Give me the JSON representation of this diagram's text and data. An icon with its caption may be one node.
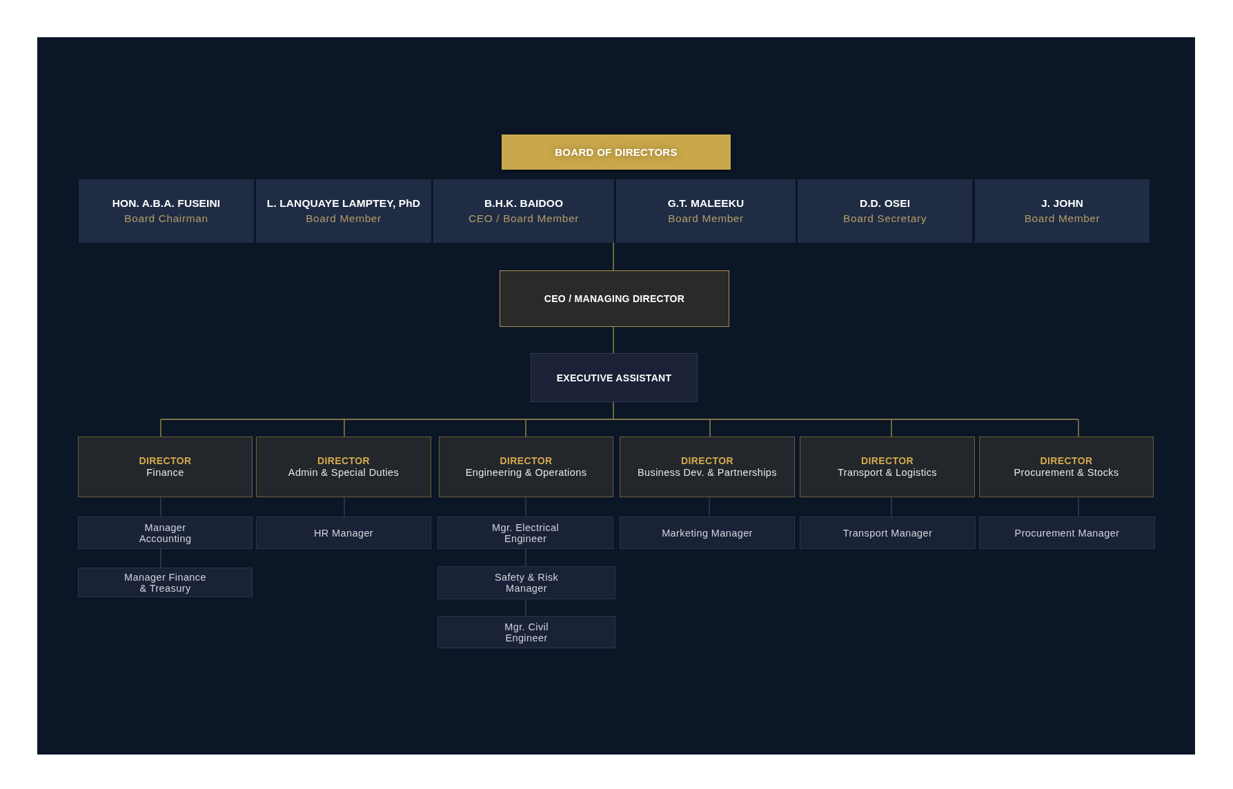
{
  "diagram": {
    "nodes": [
      {
        "text": [
          "BOARD OF DIRECTORS"
        ]
      },
      {
        "text": [
          "HON. A.B.A. FUSEINI",
          "Board Chairman"
        ]
      },
      {
        "text": [
          "L. LANQUAYE LAMPTEY, PhD",
          "Board Member"
        ]
      },
      {
        "text": [
          "B.H.K. BAIDOO",
          "CEO / Board Member"
        ]
      },
      {
        "text": [
          "G.T. MALEEKU",
          "Board Member"
        ]
      },
      {
        "text": [
          "D.D. OSEI",
          "Board Secretary"
        ]
      },
      {
        "text": [
          "J. JOHN",
          "Board Member"
        ]
      },
      {
        "text": [
          "CEO / MANAGING DIRECTOR"
        ]
      },
      {
        "text": [
          "EXECUTIVE ASSISTANT"
        ]
      },
      {
        "text": [
          "DIRECTOR",
          "Finance"
        ]
      },
      {
        "text": [
          "DIRECTOR",
          "Admin & Special Duties"
        ]
      },
      {
        "text": [
          "DIRECTOR",
          "Engineering & Operations"
        ]
      },
      {
        "text": [
          "DIRECTOR",
          "Business Dev. & Partnerships"
        ]
      },
      {
        "text": [
          "DIRECTOR",
          "Transport & Logistics"
        ]
      },
      {
        "text": [
          "DIRECTOR",
          "Procurement & Stocks"
        ]
      },
      {
        "text": [
          "Manager Accounting"
        ]
      },
      {
        "text": [
          "HR Manager"
        ]
      },
      {
        "text": [
          "Mgr. Electrical Engineer"
        ]
      },
      {
        "text": [
          "Marketing Manager"
        ]
      },
      {
        "text": [
          "Transport Manager"
        ]
      },
      {
        "text": [
          "Procurement Manager"
        ]
      },
      {
        "text": [
          "Manager Finance & Treasury"
        ]
      },
      {
        "text": [
          "Safety & Risk Manager"
        ]
      },
      {
        "text": [
          "Mgr. Civil Engineer"
        ]
      }
    ],
    "edges": [
      {
        "from": 3,
        "to": 7,
        "arrow": "none",
        "color": "#a8914e"
      },
      {
        "from": 7,
        "to": 8,
        "arrow": "none",
        "color": "#a8914e"
      },
      {
        "from": 8,
        "to": 9,
        "arrow": "none",
        "color": "#a8914e"
      },
      {
        "from": 8,
        "to": 10,
        "arrow": "none",
        "color": "#a8914e"
      },
      {
        "from": 8,
        "to": 11,
        "arrow": "none",
        "color": "#a8914e"
      },
      {
        "from": 8,
        "to": 12,
        "arrow": "none",
        "color": "#a8914e"
      },
      {
        "from": 8,
        "to": 13,
        "arrow": "none",
        "color": "#a8914e"
      },
      {
        "from": 8,
        "to": 14,
        "arrow": "none",
        "color": "#a8914e"
      },
      {
        "from": 9,
        "to": 15,
        "arrow": "none"
      },
      {
        "from": 15,
        "to": 21,
        "arrow": "none"
      },
      {
        "from": 10,
        "to": 16,
        "arrow": "none"
      },
      {
        "from": 11,
        "to": 17,
        "arrow": "none"
      },
      {
        "from": 17,
        "to": 22,
        "arrow": "none"
      },
      {
        "from": 22,
        "to": 23,
        "arrow": "none"
      },
      {
        "from": 12,
        "to": 18,
        "arrow": "none"
      },
      {
        "from": 13,
        "to": 19,
        "arrow": "none"
      },
      {
        "from": 14,
        "to": 20,
        "arrow": "none"
      }
    ]
  }
}
